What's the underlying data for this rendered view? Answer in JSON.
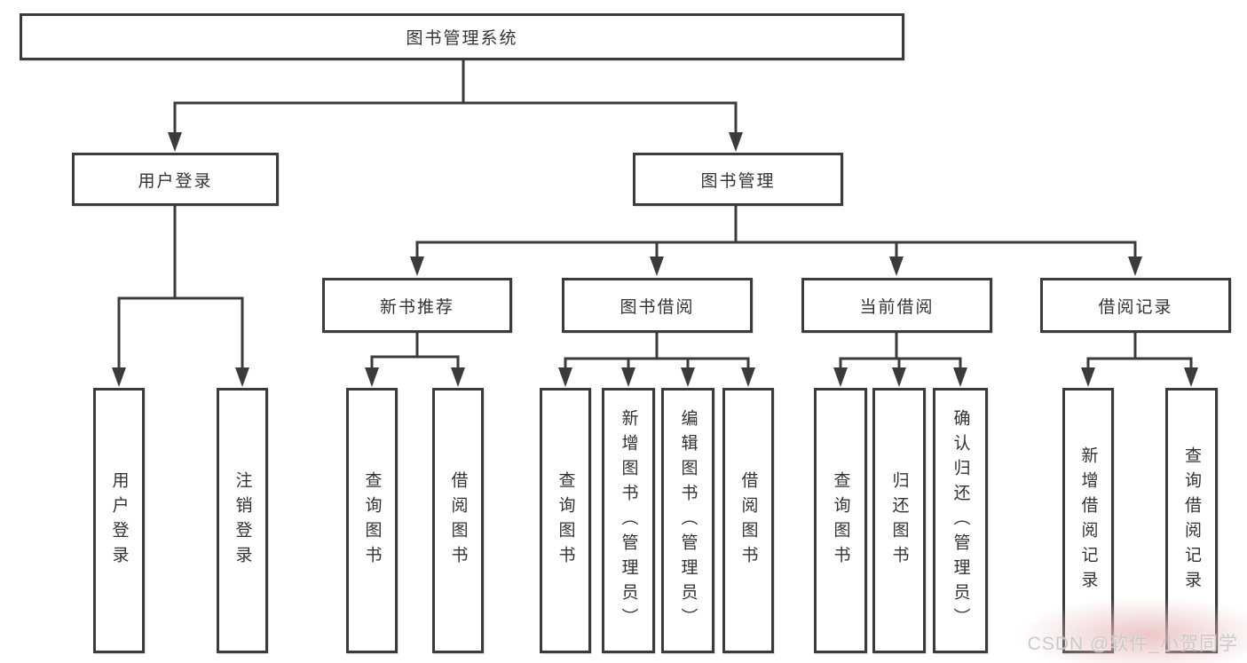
{
  "tree": {
    "label": "图书管理系统",
    "children": [
      {
        "label": "用户登录",
        "children": [
          {
            "label": "用户登录"
          },
          {
            "label": "注销登录"
          }
        ]
      },
      {
        "label": "图书管理",
        "children": [
          {
            "label": "新书推荐",
            "children": [
              {
                "label": "查询图书"
              },
              {
                "label": "借阅图书"
              }
            ]
          },
          {
            "label": "图书借阅",
            "children": [
              {
                "label": "查询图书"
              },
              {
                "label": "新增图书（管理员）"
              },
              {
                "label": "编辑图书（管理员）"
              },
              {
                "label": "借阅图书"
              }
            ]
          },
          {
            "label": "当前借阅",
            "children": [
              {
                "label": "查询图书"
              },
              {
                "label": "归还图书"
              },
              {
                "label": "确认归还（管理员）"
              }
            ]
          },
          {
            "label": "借阅记录",
            "children": [
              {
                "label": "新增借阅记录"
              },
              {
                "label": "查询借阅记录"
              }
            ]
          }
        ]
      }
    ]
  },
  "watermark": {
    "text": "CSDN @软件_小贺同学"
  },
  "colors": {
    "line": "#3b3b3b",
    "box_border": "#3b3b3b",
    "box_fill": "#ffffff",
    "text": "#333333",
    "background": "#ffffff",
    "watermark_text": "#c9c9c9",
    "watermark_blob": "#e9bcbc"
  }
}
